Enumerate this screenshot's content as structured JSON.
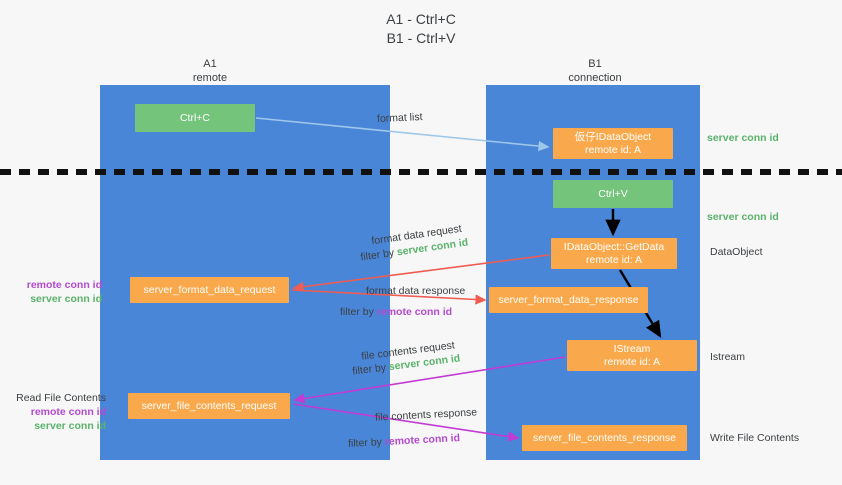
{
  "title": {
    "line1": "A1 - Ctrl+C",
    "line2": "B1 - Ctrl+V"
  },
  "lanes": [
    {
      "name": "A1",
      "sub": "remote",
      "color": "#4a86d8"
    },
    {
      "name": "B1",
      "sub": "connection",
      "color": "#4a86d8"
    }
  ],
  "nodes": {
    "ctrl_c": {
      "line1": "Ctrl+C",
      "line2": "",
      "color": "#74c47c"
    },
    "idataobject": {
      "line1": "仮仔IDataObject",
      "line2": "remote id: A",
      "color": "#f9a94b"
    },
    "ctrl_v": {
      "line1": "Ctrl+V",
      "line2": "",
      "color": "#74c47c"
    },
    "getdata": {
      "line1": "IDataObject::GetData",
      "line2": "remote id: A",
      "color": "#f9a94b"
    },
    "server_format_data_request": {
      "line1": "server_format_data_request",
      "line2": "",
      "color": "#f9a94b"
    },
    "server_format_data_response": {
      "line1": "server_format_data_response",
      "line2": "",
      "color": "#f9a94b"
    },
    "istream": {
      "line1": "IStream",
      "line2": "remote id: A",
      "color": "#f9a94b"
    },
    "server_file_contents_request": {
      "line1": "server_file_contents_request",
      "line2": "",
      "color": "#f9a94b"
    },
    "server_file_contents_response": {
      "line1": "server_file_contents_response",
      "line2": "",
      "color": "#f9a94b"
    }
  },
  "annotations": {
    "format_list": "format list",
    "server_conn_id_top": "server conn id",
    "server_conn_id_mid": "server conn id",
    "dataobject": "DataObject",
    "istream": "Istream",
    "write_file_contents": "Write File Contents",
    "read_file_contents": "Read File Contents",
    "remote_conn_id": "remote conn id",
    "server_conn_id": "server conn id",
    "format_data_request": "format data request",
    "format_data_response": "format data response",
    "file_contents_request": "file contents request",
    "file_contents_response": "file contents response",
    "filter_by": "filter by"
  },
  "colors": {
    "lane": "#4a86d8",
    "orange": "#f9a94b",
    "green_node": "#74c47c",
    "green_text": "#59b36a",
    "purple_text": "#b44ad0",
    "red_arrow": "#ef5c52",
    "magenta_arrow": "#c33ad4",
    "blue_arrow": "#9dc8ea",
    "black_arrow": "#000000",
    "background": "#f7f7f7"
  }
}
